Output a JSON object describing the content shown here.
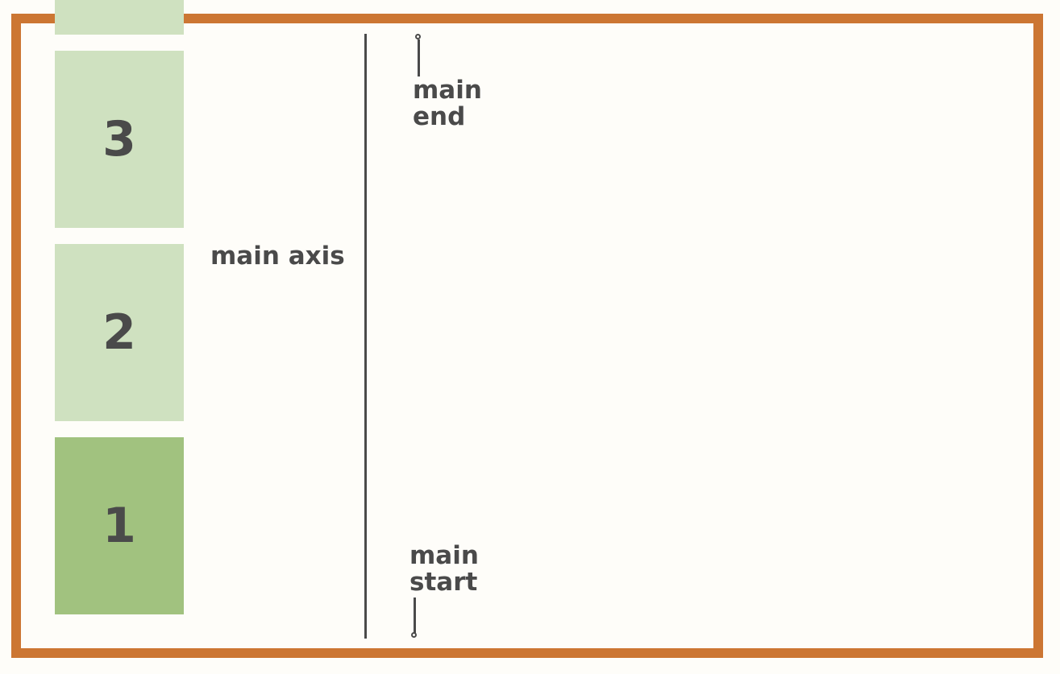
{
  "diagram": {
    "items": [
      {
        "id": "item-1",
        "label": "1"
      },
      {
        "id": "item-2",
        "label": "2"
      },
      {
        "id": "item-3",
        "label": "3"
      }
    ],
    "axis_label": "main axis",
    "end_marker": {
      "line1": "main",
      "line2": "end"
    },
    "start_marker": {
      "line1": "main",
      "line2": "start"
    }
  },
  "colors": {
    "border": "#cc7633",
    "item_light": "#cfe1c0",
    "item_dark": "#a1c27f",
    "text": "#4a4a4a",
    "background": "#fefdf9"
  }
}
